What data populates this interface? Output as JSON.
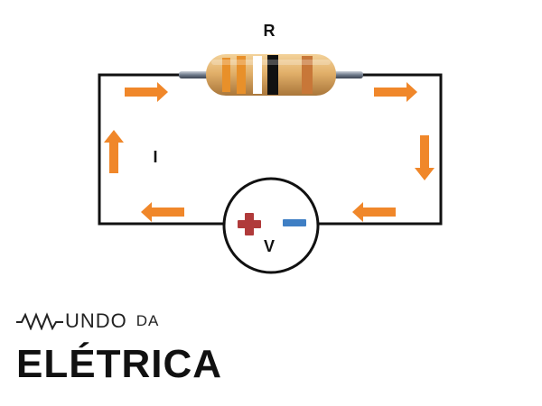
{
  "circuit": {
    "resistor_label": "R",
    "current_label": "I",
    "source_label": "V",
    "arrow_color": "#f0872a",
    "wire_color": "#111111",
    "positive_color": "#b03a3a",
    "negative_color": "#3f7fc4",
    "resistor_bands": [
      "#e8902a",
      "#ffffff",
      "#111111",
      "#c87738"
    ]
  },
  "logo": {
    "top_word": "UNDO",
    "small_word": "DA",
    "main_word": "ELÉTRICA",
    "icon": "resistor-zigzag-icon"
  }
}
